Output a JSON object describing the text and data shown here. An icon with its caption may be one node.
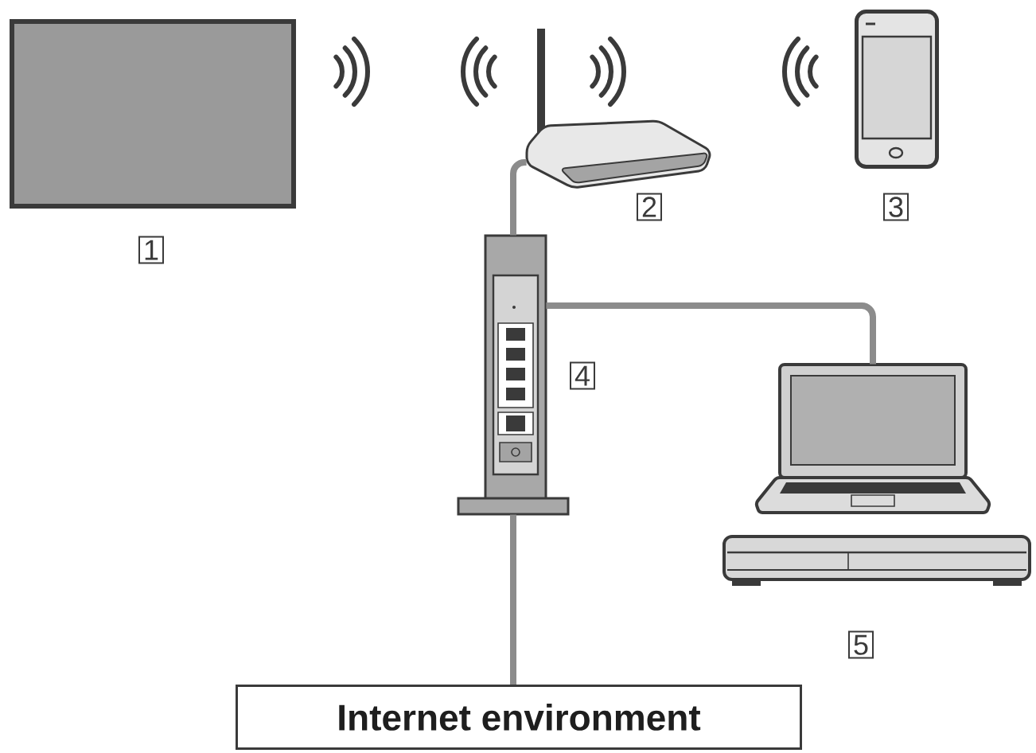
{
  "diagram": {
    "nodes": [
      {
        "text": [],
        "shape": "box",
        "beside": [
          "1"
        ]
      },
      {
        "text": [],
        "shape": "picture",
        "beside": [
          "2"
        ]
      },
      {
        "text": [],
        "shape": "picture",
        "beside": [
          "3"
        ]
      },
      {
        "text": [],
        "shape": "picture",
        "beside": [
          "4"
        ]
      },
      {
        "text": [],
        "shape": "picture"
      },
      {
        "text": [],
        "shape": "picture",
        "beside": [
          "5"
        ]
      },
      {
        "text": [
          "Internet environment"
        ]
      }
    ],
    "edges": [
      {
        "from": 1,
        "to": 3,
        "arrow": "none"
      },
      {
        "from": 3,
        "to": 4,
        "arrow": "none"
      },
      {
        "from": 3,
        "to": 6,
        "arrow": "none"
      }
    ]
  }
}
